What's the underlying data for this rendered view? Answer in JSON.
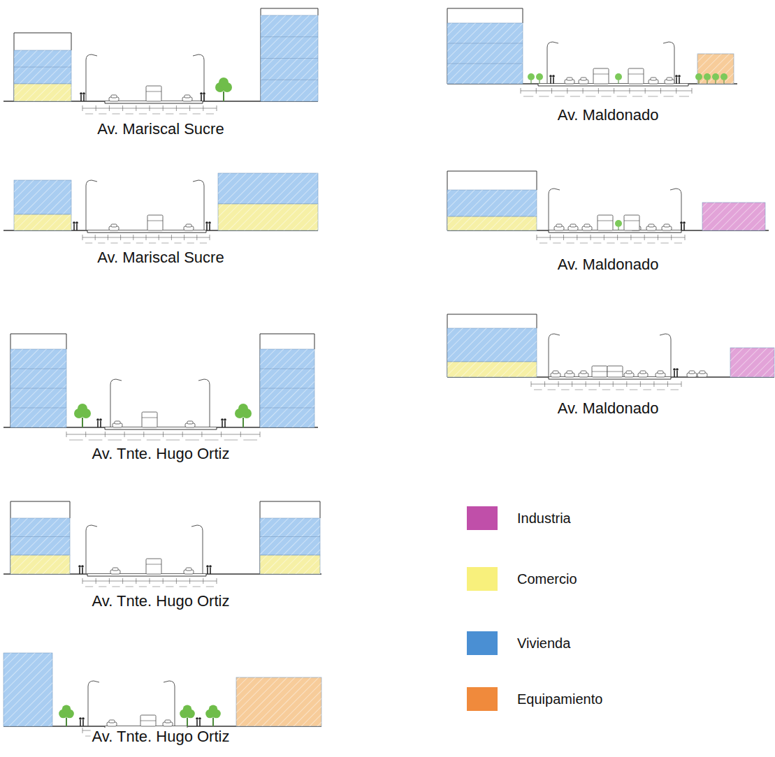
{
  "diagram": {
    "labels": [
      "Av. Mariscal Sucre",
      "Av. Maldonado",
      "Av. Mariscal Sucre",
      "Av. Maldonado",
      "Av. Tnte. Hugo Ortiz",
      "Av. Maldonado",
      "Av. Tnte. Hugo Ortiz",
      "Av. Tnte. Hugo Ortiz"
    ],
    "legend": [
      {
        "text": "Industria",
        "color": "#c04fa9"
      },
      {
        "text": "Comercio",
        "color": "#f8f07c"
      },
      {
        "text": "Vivienda",
        "color": "#4a8fd3"
      },
      {
        "text": "Equipamiento",
        "color": "#f08a3c"
      }
    ]
  }
}
